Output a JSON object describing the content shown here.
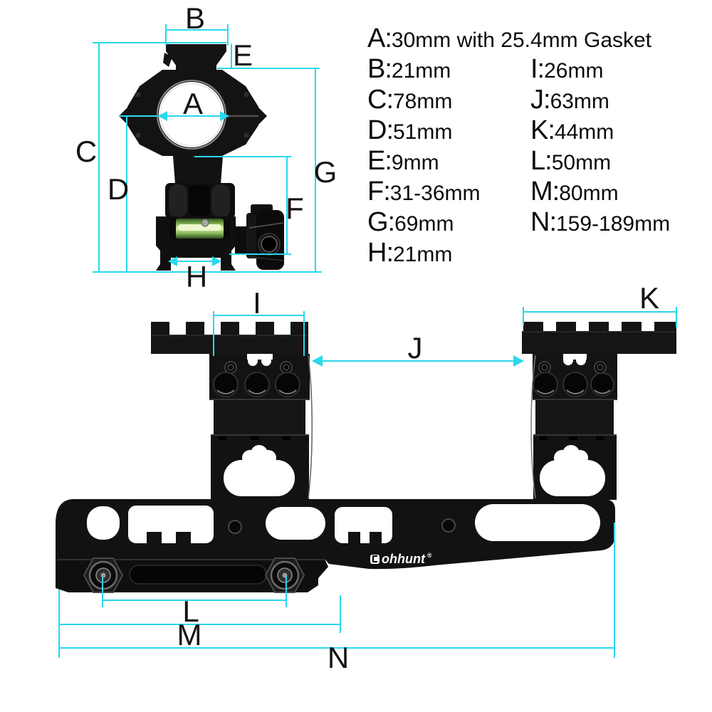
{
  "colors": {
    "dimension_line": "#2ad7ed",
    "product_black": "#111111",
    "label_text": "#131313",
    "level_green": "#b9dd90",
    "logo_white": "#ffffff",
    "background": "#ffffff"
  },
  "spec_list": {
    "rows_left": [
      {
        "letter": "A:",
        "value": "30mm with 25.4mm Gasket"
      },
      {
        "letter": "B:",
        "value": "21mm"
      },
      {
        "letter": "C:",
        "value": "78mm"
      },
      {
        "letter": "D:",
        "value": "51mm"
      },
      {
        "letter": "E:",
        "value": "9mm"
      },
      {
        "letter": "F:",
        "value": "31-36mm"
      },
      {
        "letter": "G:",
        "value": "69mm"
      },
      {
        "letter": "H:",
        "value": "21mm"
      }
    ],
    "rows_right": [
      {
        "letter": "I:",
        "value": "26mm"
      },
      {
        "letter": "J:",
        "value": "63mm"
      },
      {
        "letter": "K:",
        "value": "44mm"
      },
      {
        "letter": "L:",
        "value": "50mm"
      },
      {
        "letter": "M:",
        "value": "80mm"
      },
      {
        "letter": "N:",
        "value": "159-189mm"
      }
    ]
  },
  "dimension_labels": {
    "front_view": {
      "a": "A",
      "b": "B",
      "c": "C",
      "d": "D",
      "e": "E",
      "f": "F",
      "g": "G",
      "h": "H"
    },
    "side_view": {
      "i": "I",
      "j": "J",
      "k": "K",
      "l": "L",
      "m": "M",
      "n": "N"
    }
  },
  "brand": {
    "logo_text": "ohhunt",
    "registered_mark": "®"
  }
}
